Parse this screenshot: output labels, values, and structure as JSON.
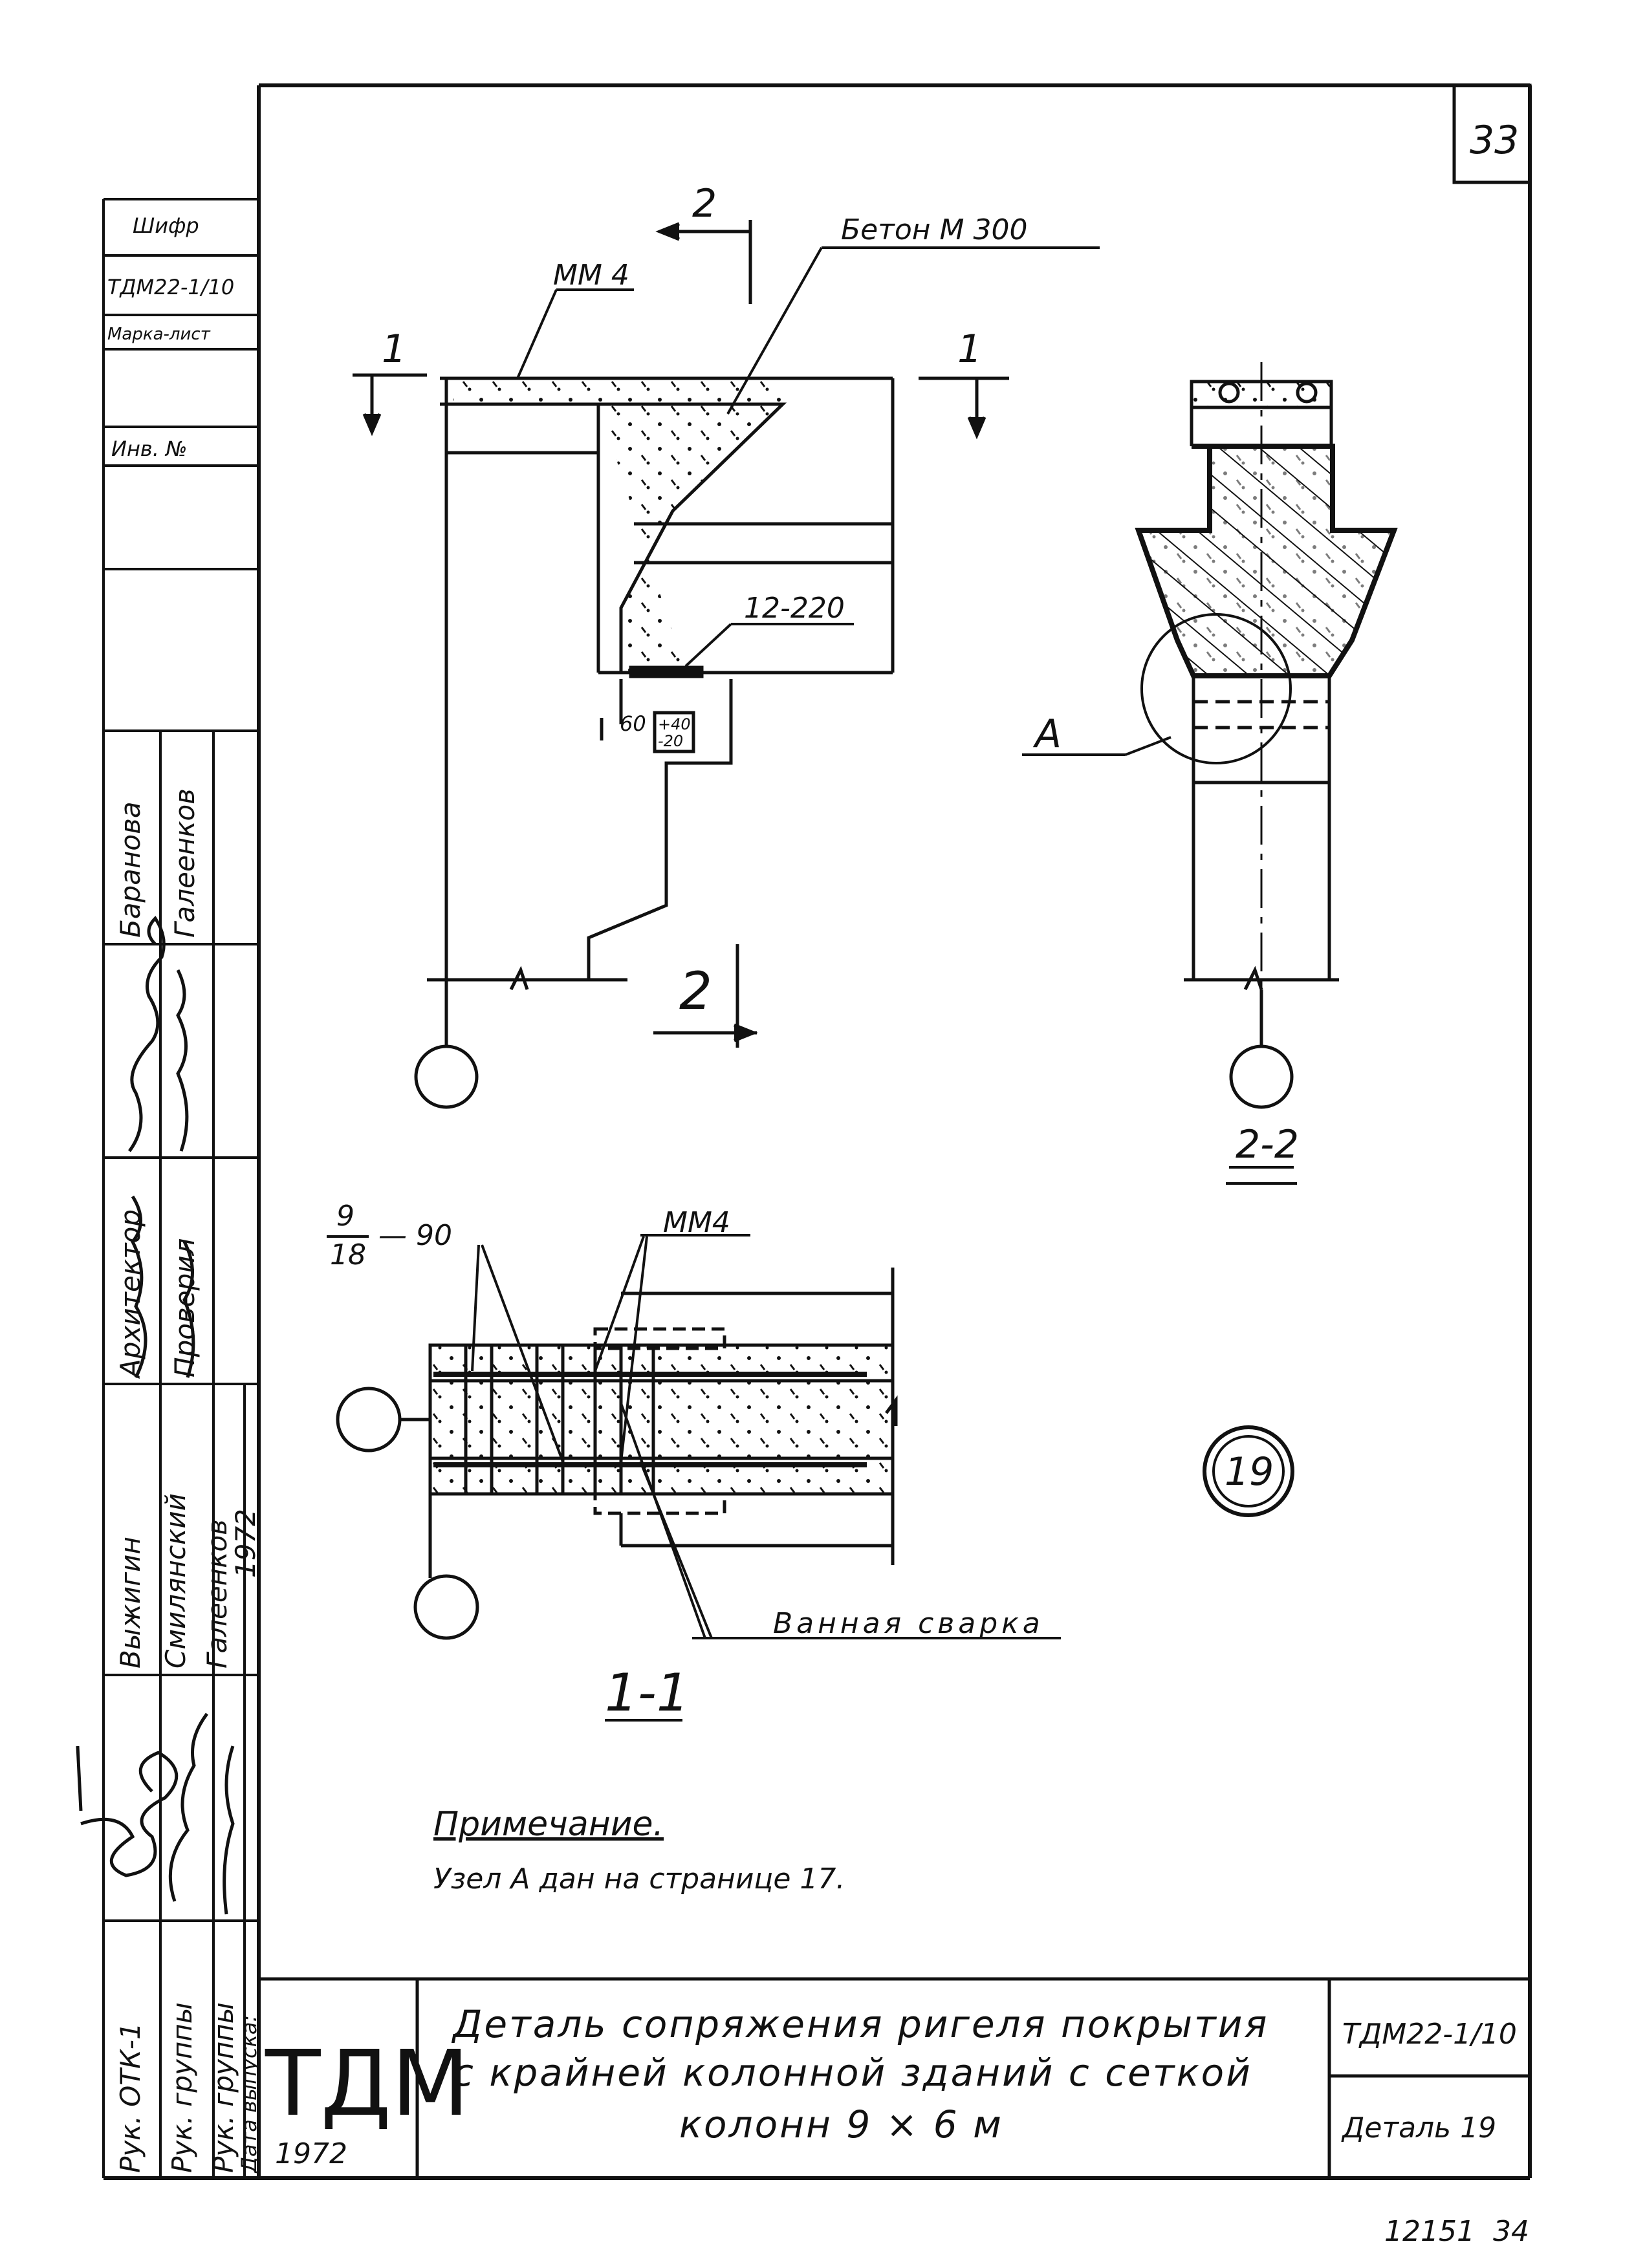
{
  "sheet": {
    "page_number": "33",
    "footer_code": "12151  34"
  },
  "stamp_left": {
    "shifr_label": "Шифр",
    "shifr_value": "ТДМ22-1/10",
    "marka_label": "Марка-лист",
    "inv_label": "Инв. №",
    "roles": [
      {
        "role": "Рук. ОТК-1",
        "name": "Выжигин"
      },
      {
        "role": "Рук. группы",
        "name": "Смилянский"
      },
      {
        "role": "Рук. группы",
        "name": "Галеенков"
      },
      {
        "role": "Дата выпуска:",
        "name": "1972"
      },
      {
        "role": "Архитектор",
        "name": "Баранова"
      },
      {
        "role": "Проверил",
        "name": "Галеенков"
      }
    ]
  },
  "drawing": {
    "concrete": "Бетон М 300",
    "mm4_top": "ММ 4",
    "section_mark_1": "1",
    "section_mark_2": "2",
    "plate": "12-220",
    "dim_60": "60",
    "dim_tol_plus": "+40",
    "dim_tol_minus": "-20",
    "node_a": "А",
    "section_22": "2-2",
    "rebar_fraction_num": "9",
    "rebar_fraction_den": "18",
    "rebar_len": "— 90",
    "mm4_plan": "ММ4",
    "welding": "Ванная сварка",
    "section_11": "1-1",
    "detail_number": "19"
  },
  "note": {
    "heading": "Примечание.",
    "text": "Узел А дан на странице 17."
  },
  "title_block": {
    "logo": "ТДМ",
    "year": "1972",
    "title_line1": "Деталь сопряжения ригеля покрытия",
    "title_line2": "с крайней колонной зданий с сеткой",
    "title_line3": "колонн 9 × 6 м",
    "code": "ТДМ22-1/10",
    "detail": "Деталь 19"
  }
}
